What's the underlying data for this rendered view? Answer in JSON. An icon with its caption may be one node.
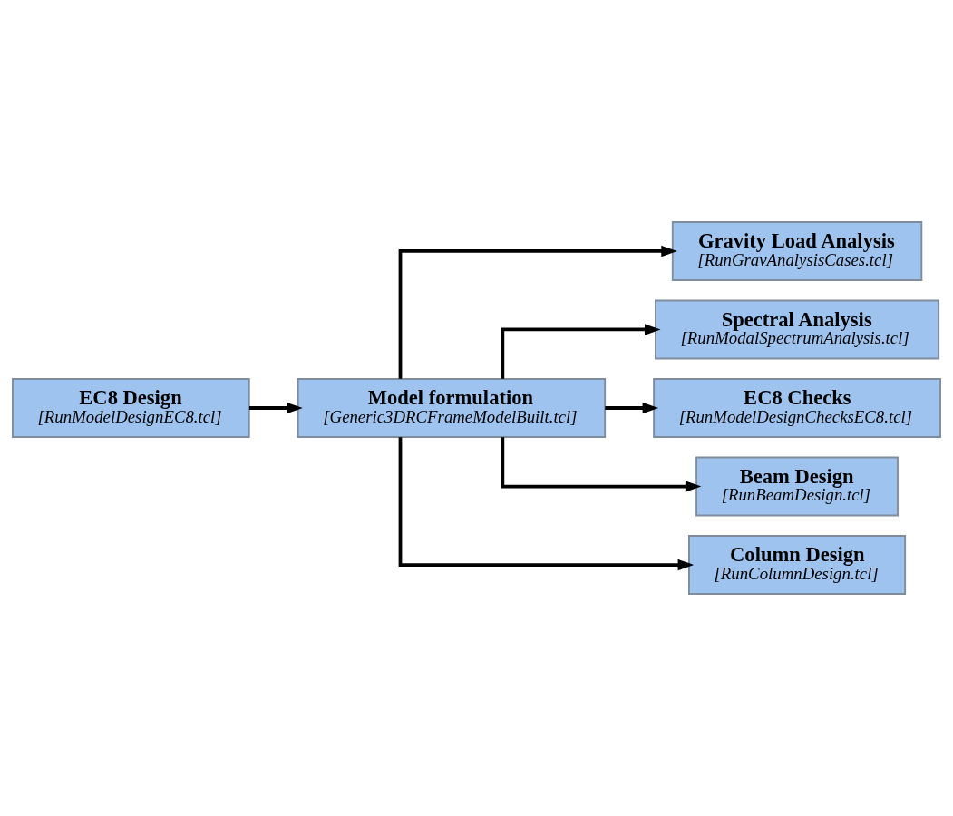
{
  "diagram": {
    "nodes": [
      {
        "text": [
          "EC8 Design",
          "[RunModelDesignEC8.tcl]"
        ]
      },
      {
        "text": [
          "Model formulation",
          "[Generic3DRCFrameModelBuilt.tcl]"
        ]
      },
      {
        "text": [
          "Gravity Load Analysis",
          "[RunGravAnalysisCases.tcl]"
        ]
      },
      {
        "text": [
          "Spectral Analysis",
          "[RunModalSpectrumAnalysis.tcl]"
        ]
      },
      {
        "text": [
          "EC8 Checks",
          "[RunModelDesignChecksEC8.tcl]"
        ]
      },
      {
        "text": [
          "Beam Design",
          "[RunBeamDesign.tcl]"
        ]
      },
      {
        "text": [
          "Column Design",
          "[RunColumnDesign.tcl]"
        ]
      }
    ],
    "edges": [
      {
        "from": 0,
        "to": 1,
        "arrow": "to"
      },
      {
        "from": 1,
        "to": 2,
        "arrow": "to"
      },
      {
        "from": 1,
        "to": 3,
        "arrow": "to"
      },
      {
        "from": 1,
        "to": 4,
        "arrow": "to"
      },
      {
        "from": 1,
        "to": 5,
        "arrow": "to"
      },
      {
        "from": 1,
        "to": 6,
        "arrow": "to"
      }
    ]
  }
}
